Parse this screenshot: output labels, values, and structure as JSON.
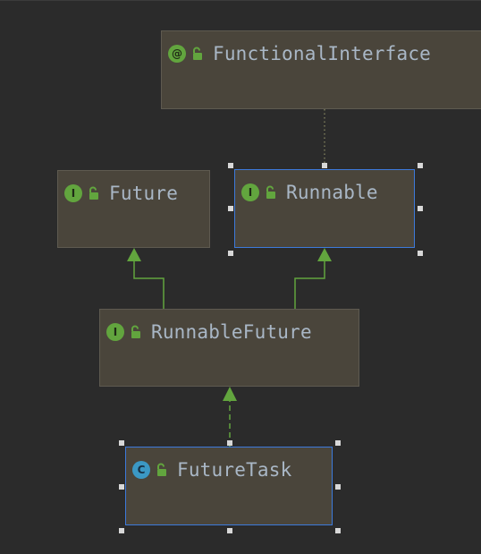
{
  "nodes": {
    "functional_interface": {
      "name": "FunctionalInterface",
      "kind": "annotation",
      "kind_letter": "@"
    },
    "future": {
      "name": "Future",
      "kind": "interface",
      "kind_letter": "I"
    },
    "runnable": {
      "name": "Runnable",
      "kind": "interface",
      "kind_letter": "I"
    },
    "runnable_future": {
      "name": "RunnableFuture",
      "kind": "interface",
      "kind_letter": "I"
    },
    "future_task": {
      "name": "FutureTask",
      "kind": "class",
      "kind_letter": "C"
    }
  },
  "colors": {
    "background": "#2b2b2b",
    "node_fill": "#4a453b",
    "node_border": "#5e5a50",
    "selected_border": "#3d7adb",
    "inheritance_arrow": "#62a53e",
    "annotation_link": "#7a7a5a",
    "text": "#a9b7c6",
    "interface_icon": "#62a53e",
    "class_icon": "#3b98c4"
  }
}
